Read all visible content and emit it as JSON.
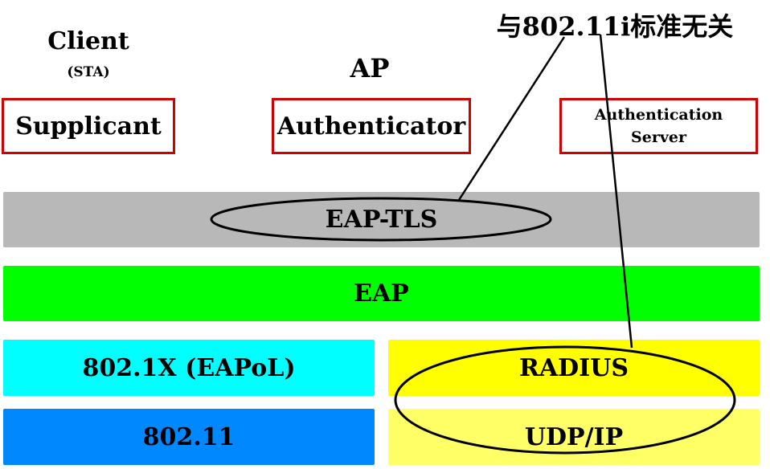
{
  "header": {
    "client_title": "Client",
    "client_sub": "(STA)",
    "ap_title": "AP",
    "note": "与802.11i标准无关"
  },
  "entities": {
    "supplicant": "Supplicant",
    "authenticator": "Authenticator",
    "auth_server_line1": "Authentication",
    "auth_server_line2": "Server"
  },
  "layers": {
    "eap_tls": "EAP-TLS",
    "eap": "EAP",
    "eapol": "802.1X (EAPoL)",
    "wifi": "802.11",
    "radius": "RADIUS",
    "udpip": "UDP/IP"
  },
  "colors": {
    "box_border": "#d00000",
    "eap_tls": "#b8b8b8",
    "eap": "#00ff00",
    "eapol": "#00ffff",
    "wifi": "#0088ff",
    "radius": "#ffff00",
    "udpip": "#ffff66"
  }
}
